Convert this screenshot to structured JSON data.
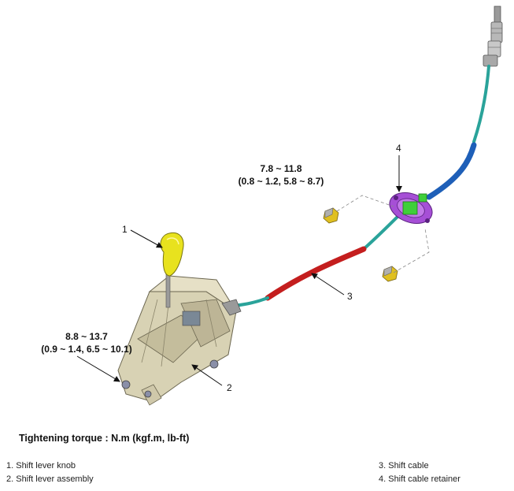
{
  "callouts": {
    "c1": "1",
    "c2": "2",
    "c3": "3",
    "c4": "4"
  },
  "torque_cable": {
    "line1": "7.8 ~ 11.8",
    "line2": "(0.8 ~ 1.2, 5.8 ~ 8.7)"
  },
  "torque_lever": {
    "line1": "8.8 ~ 13.7",
    "line2": "(0.9 ~ 1.4, 6.5 ~ 10.1)"
  },
  "heading": "Tightening torque : N.m (kgf.m, lb-ft)",
  "legend": {
    "item1": "1. Shift lever knob",
    "item2": "2. Shift lever assembly",
    "item3": "3. Shift cable",
    "item4": "4. Shift cable retainer"
  },
  "colors": {
    "knob": "#e8e21e",
    "housing": "#d8d2b4",
    "cable_teal": "#2aa39a",
    "cable_red": "#c41e1e",
    "cable_blue": "#1e5fb8",
    "retainer_purple": "#a64fd6",
    "retainer_green": "#3fcf3a",
    "nut": "#e0c020"
  }
}
